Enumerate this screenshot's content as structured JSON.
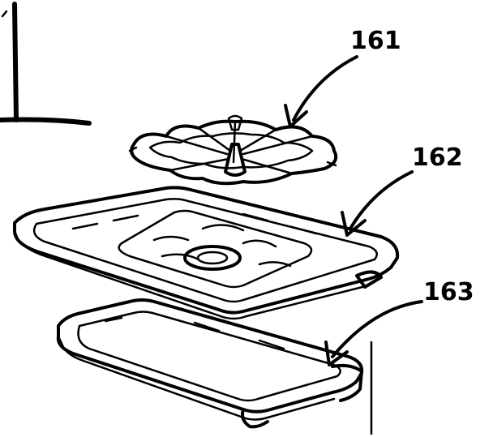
{
  "labels": {
    "part_161": "161",
    "part_162": "162",
    "part_163": "163"
  },
  "colors": {
    "ink": "#000000",
    "paper": "#ffffff"
  }
}
